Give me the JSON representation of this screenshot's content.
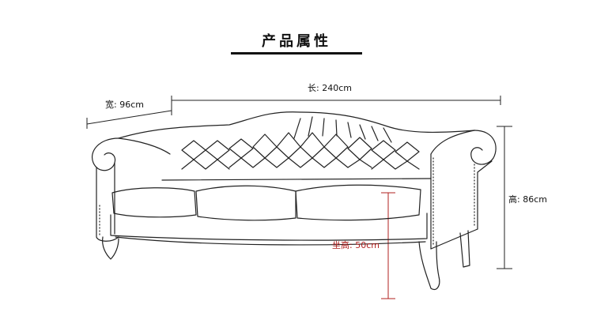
{
  "title": "产品属性",
  "dimensions": {
    "length_label": "长: 240cm",
    "width_label": "宽: 96cm",
    "height_label": "高: 86cm",
    "seat_height_label": "坐高: 50cm"
  },
  "colors": {
    "line": "#222222",
    "seat_height": "#b0201f"
  }
}
